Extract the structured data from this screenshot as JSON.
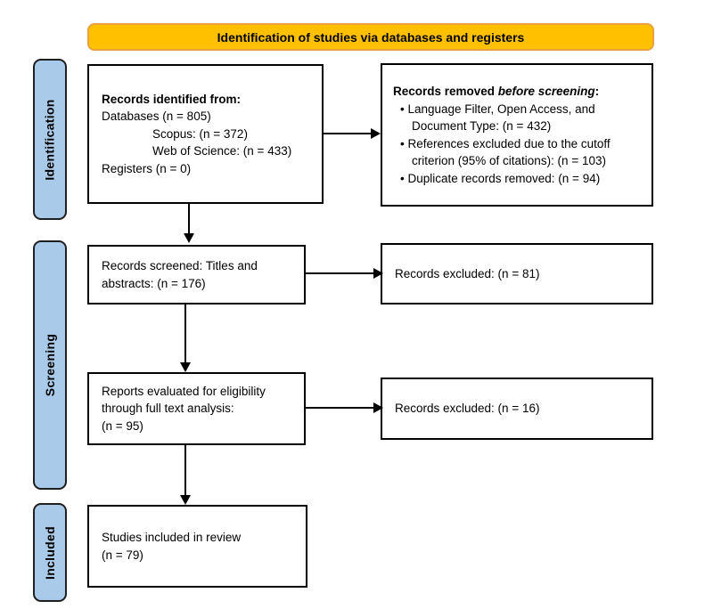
{
  "banner": {
    "title": "Identification of studies via databases and registers"
  },
  "sidebar": {
    "identification": "Identification",
    "screening": "Screening",
    "included": "Included"
  },
  "flow": {
    "records_identified": {
      "heading": "Records identified from:",
      "databases": "Databases (n = 805)",
      "scopus": "Scopus: (n = 372)",
      "web_of_science": "Web of Science: (n = 433)",
      "registers": "Registers (n = 0)"
    },
    "records_removed": {
      "heading_prefix": "Records removed ",
      "heading_emphasis": "before screening",
      "heading_suffix": ":",
      "bullets": [
        "Language Filter, Open Access, and Document Type: (n = 432)",
        "References excluded due to the cutoff criterion (95% of citations): (n = 103)",
        "Duplicate records removed: (n = 94)"
      ]
    },
    "records_screened": {
      "lines": [
        "Records screened: Titles and",
        "abstracts: (n = 176)"
      ]
    },
    "records_excluded_titles": {
      "text": "Records excluded: (n = 81)"
    },
    "reports_evaluated": {
      "lines": [
        "Reports evaluated for eligibility",
        "through full text analysis:",
        "(n = 95)"
      ]
    },
    "records_excluded_fulltext": {
      "text": "Records excluded: (n = 16)"
    },
    "studies_included": {
      "lines": [
        "Studies included in review",
        "(n = 79)"
      ]
    }
  },
  "colors": {
    "banner_fill": "#FFC000",
    "banner_border": "#E9A13B",
    "stage_fill": "#A9CBE9",
    "stage_border": "#1F1F1F",
    "box_border": "#000000",
    "arrow_color": "#000000",
    "text_color": "#000000"
  }
}
